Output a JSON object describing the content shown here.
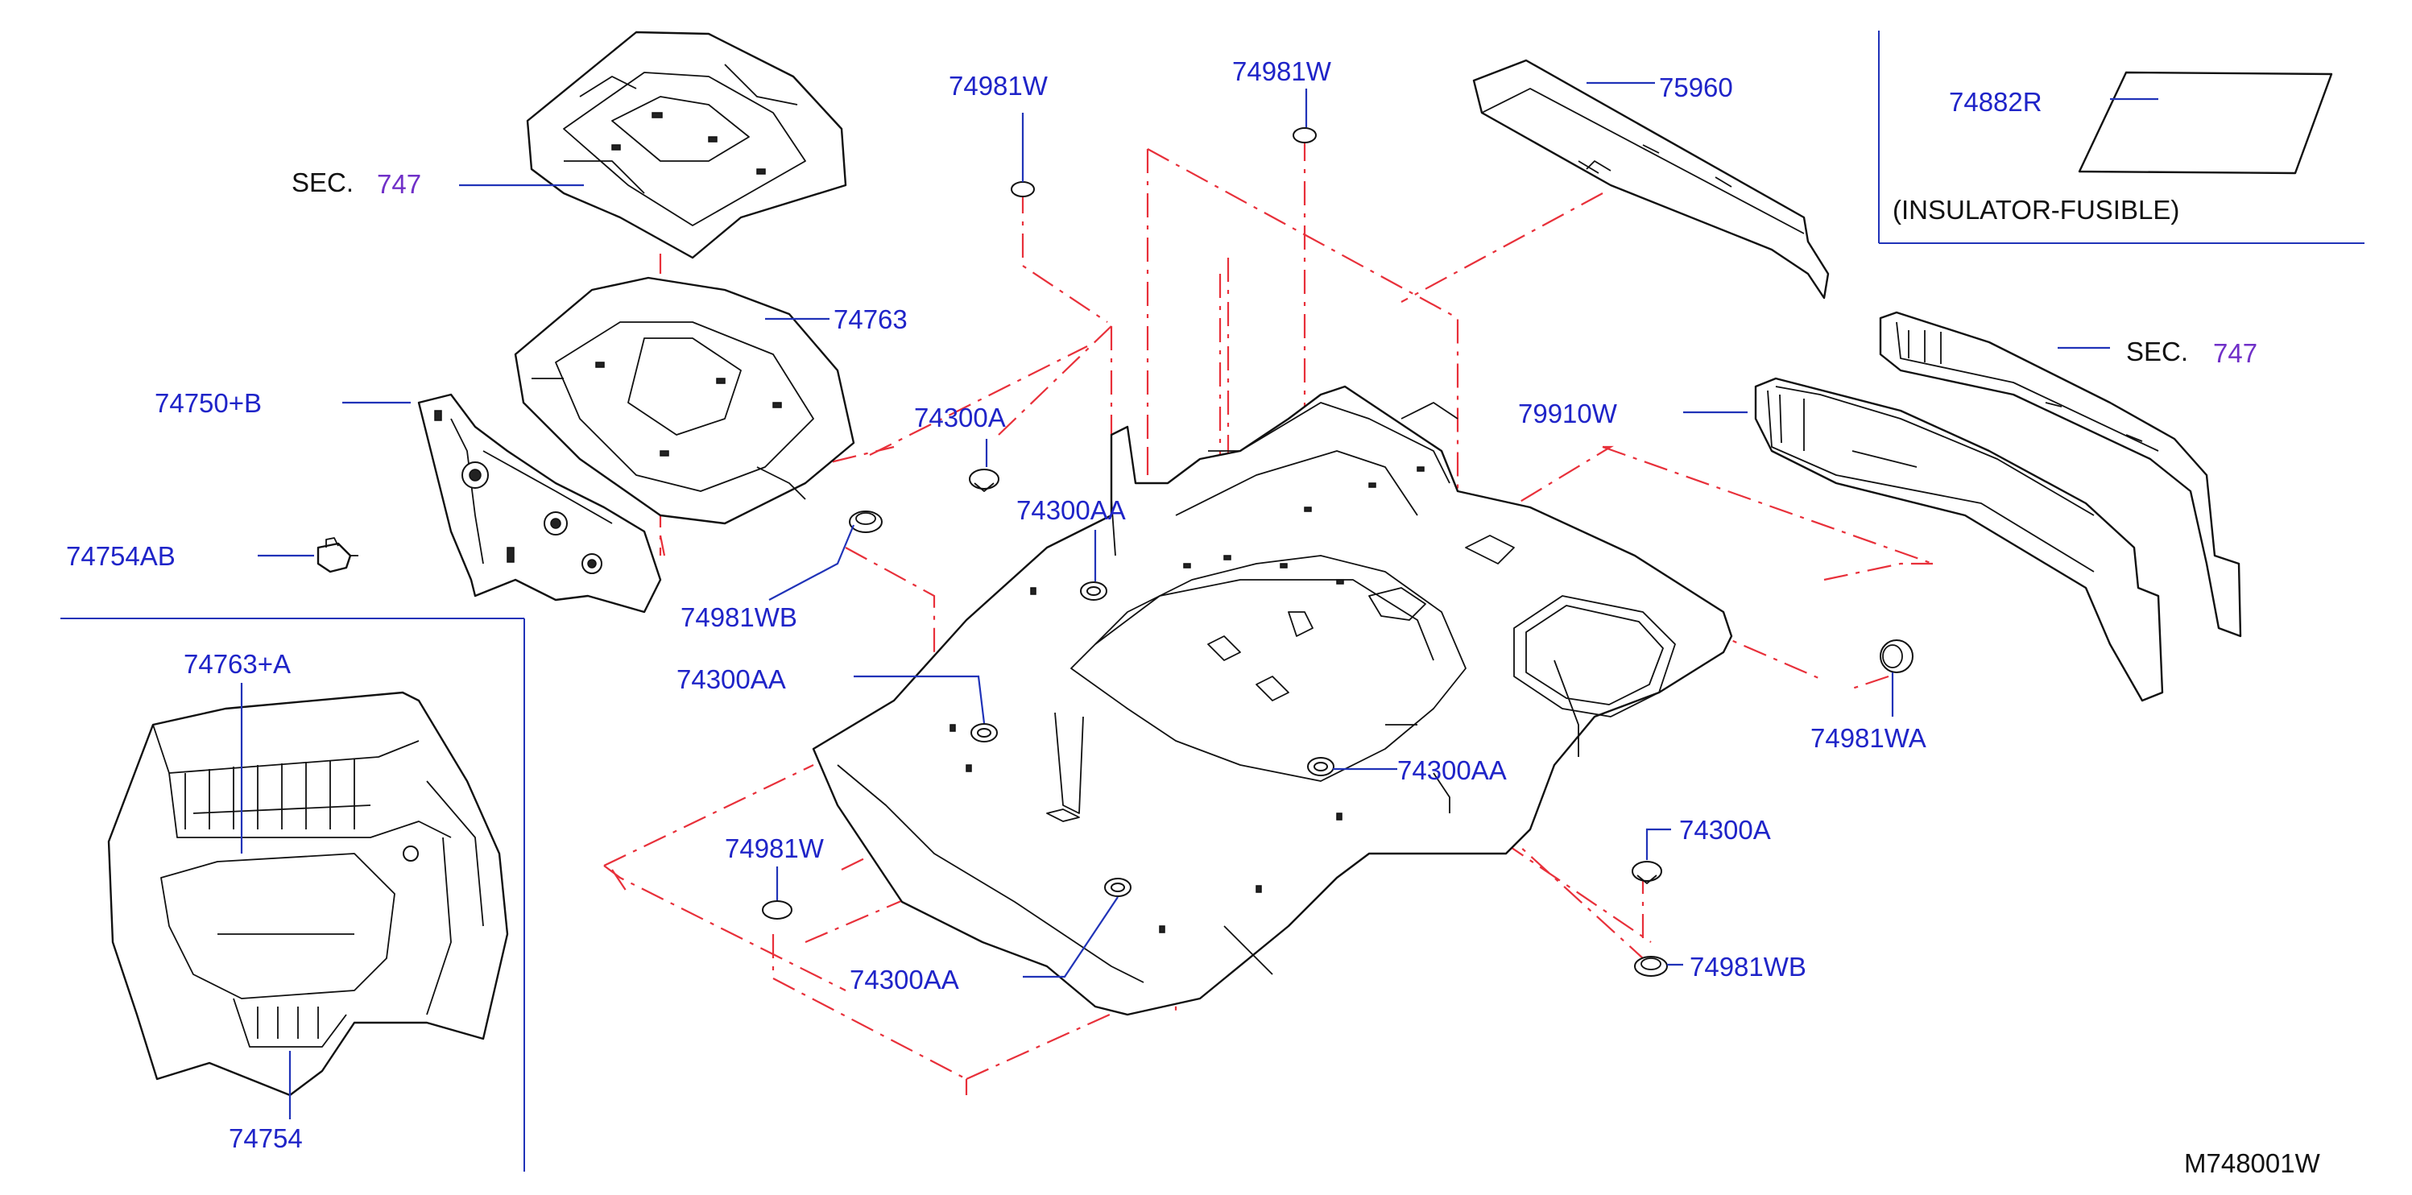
{
  "labels": {
    "sec_747_top": "SEC.",
    "sec_747_top_num": "747",
    "p74763": "74763",
    "p74750b": "74750+B",
    "p74754ab": "74754AB",
    "p74763a": "74763+A",
    "p74754": "74754",
    "p74981w_a": "74981W",
    "p74981w_b": "74981W",
    "p75960": "75960",
    "p74882r": "74882R",
    "insulator_fusible": "(INSULATOR-FUSIBLE)",
    "sec_747_right": "SEC.",
    "sec_747_right_num": "747",
    "p79910w": "79910W",
    "p74300a_a": "74300A",
    "p74300aa_a": "74300AA",
    "p74981wb_a": "74981WB",
    "p74300aa_b": "74300AA",
    "p74300aa_c": "74300AA",
    "p74981wa": "74981WA",
    "p74981w_c": "74981W",
    "p74300a_b": "74300A",
    "p74300aa_d": "74300AA",
    "p74981wb_b": "74981WB",
    "diagram_code": "M748001W"
  },
  "colors": {
    "part_number": "#1f24c8",
    "section_ref": "#7030c8",
    "centerline": "#e8303a",
    "leader": "#2033b8",
    "outline": "#111111"
  }
}
